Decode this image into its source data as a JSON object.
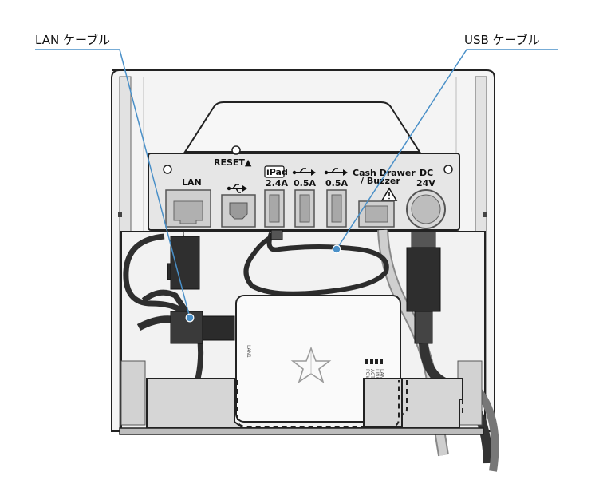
{
  "callouts": {
    "lan_cable": "LAN ケーブル",
    "usb_cable": "USB ケーブル"
  },
  "panel": {
    "reset": "RESET▲",
    "lan": "LAN",
    "ipad": "iPad",
    "ipad_current": "2.4A",
    "usb1_current": "0.5A",
    "usb2_current": "0.5A",
    "cash_drawer_line1": "Cash Drawer",
    "cash_drawer_line2": "/ Buzzer",
    "dc_line1": "DC",
    "dc_line2": "24V"
  },
  "hub": {
    "side_label": "LAN1",
    "indicator_labels": [
      "POWER",
      "ACT",
      "LINK",
      "LAN"
    ]
  },
  "icons": [
    "usb-icon",
    "warning-icon",
    "star-logo-icon"
  ],
  "colors": {
    "callout_line": "#4a90c8",
    "cable": "#333333",
    "panel": "#e9e9e9",
    "tray": "#d7d7d7"
  }
}
